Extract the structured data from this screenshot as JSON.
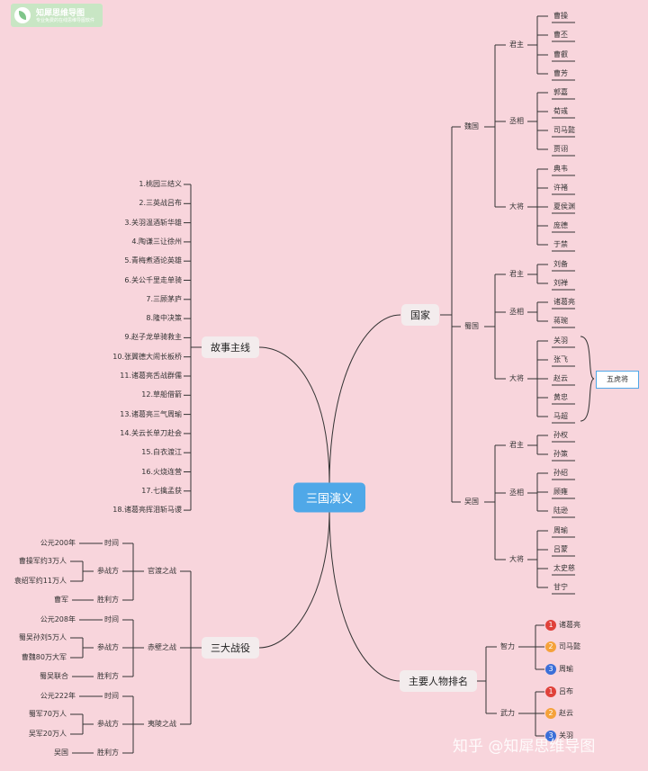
{
  "logo": {
    "name": "知犀思维导图",
    "tagline": "专业免费的在线思维导图软件"
  },
  "watermark": "知乎 @知犀思维导图",
  "root": "三国演义",
  "guojia": {
    "label": "国家",
    "countries": [
      {
        "name": "魏国",
        "groups": [
          {
            "name": "君主",
            "items": [
              "曹操",
              "曹丕",
              "曹叡",
              "曹芳"
            ]
          },
          {
            "name": "丞相",
            "items": [
              "郭嘉",
              "荀彧",
              "司马懿",
              "贾诩"
            ]
          },
          {
            "name": "大将",
            "items": [
              "典韦",
              "许褚",
              "夏侯渊",
              "庞德",
              "于禁"
            ]
          }
        ]
      },
      {
        "name": "蜀国",
        "groups": [
          {
            "name": "君主",
            "items": [
              "刘备",
              "刘禅"
            ]
          },
          {
            "name": "丞相",
            "items": [
              "诸葛亮",
              "蒋琬"
            ]
          },
          {
            "name": "大将",
            "items": [
              "关羽",
              "张飞",
              "赵云",
              "黄忠",
              "马超"
            ]
          }
        ]
      },
      {
        "name": "吴国",
        "groups": [
          {
            "name": "君主",
            "items": [
              "孙权",
              "孙策"
            ]
          },
          {
            "name": "丞相",
            "items": [
              "孙绍",
              "顾雍",
              "陆逊"
            ]
          },
          {
            "name": "大将",
            "items": [
              "周瑜",
              "吕蒙",
              "太史慈",
              "甘宁"
            ]
          }
        ]
      }
    ],
    "tiger_label": "五虎将"
  },
  "ranking": {
    "label": "主要人物排名",
    "groups": [
      {
        "name": "智力",
        "items": [
          "诸葛亮",
          "司马懿",
          "周瑜"
        ]
      },
      {
        "name": "武力",
        "items": [
          "吕布",
          "赵云",
          "关羽"
        ]
      }
    ],
    "badge_colors": [
      "#e0413a",
      "#f5a23a",
      "#3b6fd8"
    ]
  },
  "story": {
    "label": "故事主线",
    "items": [
      "1.桃园三结义",
      "2.三英战吕布",
      "3.关羽温酒斩华雄",
      "4.陶谦三让徐州",
      "5.青梅煮酒论英雄",
      "6.关公千里走单骑",
      "7.三顾茅庐",
      "8.隆中决策",
      "9.赵子龙单骑救主",
      "10.张翼德大闹长板桥",
      "11.诸葛亮舌战群儒",
      "12.草船借箭",
      "13.诸葛亮三气周瑜",
      "14.关云长单刀赴会",
      "15.白衣渡江",
      "16.火烧连营",
      "17.七擒孟获",
      "18.诸葛亮挥泪斩马谡"
    ]
  },
  "battles": {
    "label": "三大战役",
    "items": [
      {
        "name": "官渡之战",
        "time_label": "时间",
        "time": "公元200年",
        "party_label": "参战方",
        "parties": [
          "曹操军约3万人",
          "袁绍军约11万人"
        ],
        "winner_label": "胜利方",
        "winner": "曹军"
      },
      {
        "name": "赤壁之战",
        "time_label": "时间",
        "time": "公元208年",
        "party_label": "参战方",
        "parties": [
          "蜀吴孙刘5万人",
          "曹魏80万大军"
        ],
        "winner_label": "胜利方",
        "winner": "蜀吴联合"
      },
      {
        "name": "夷陵之战",
        "time_label": "时间",
        "time": "公元222年",
        "party_label": "参战方",
        "parties": [
          "蜀军70万人",
          "吴军20万人"
        ],
        "winner_label": "胜利方",
        "winner": "吴国"
      }
    ]
  }
}
